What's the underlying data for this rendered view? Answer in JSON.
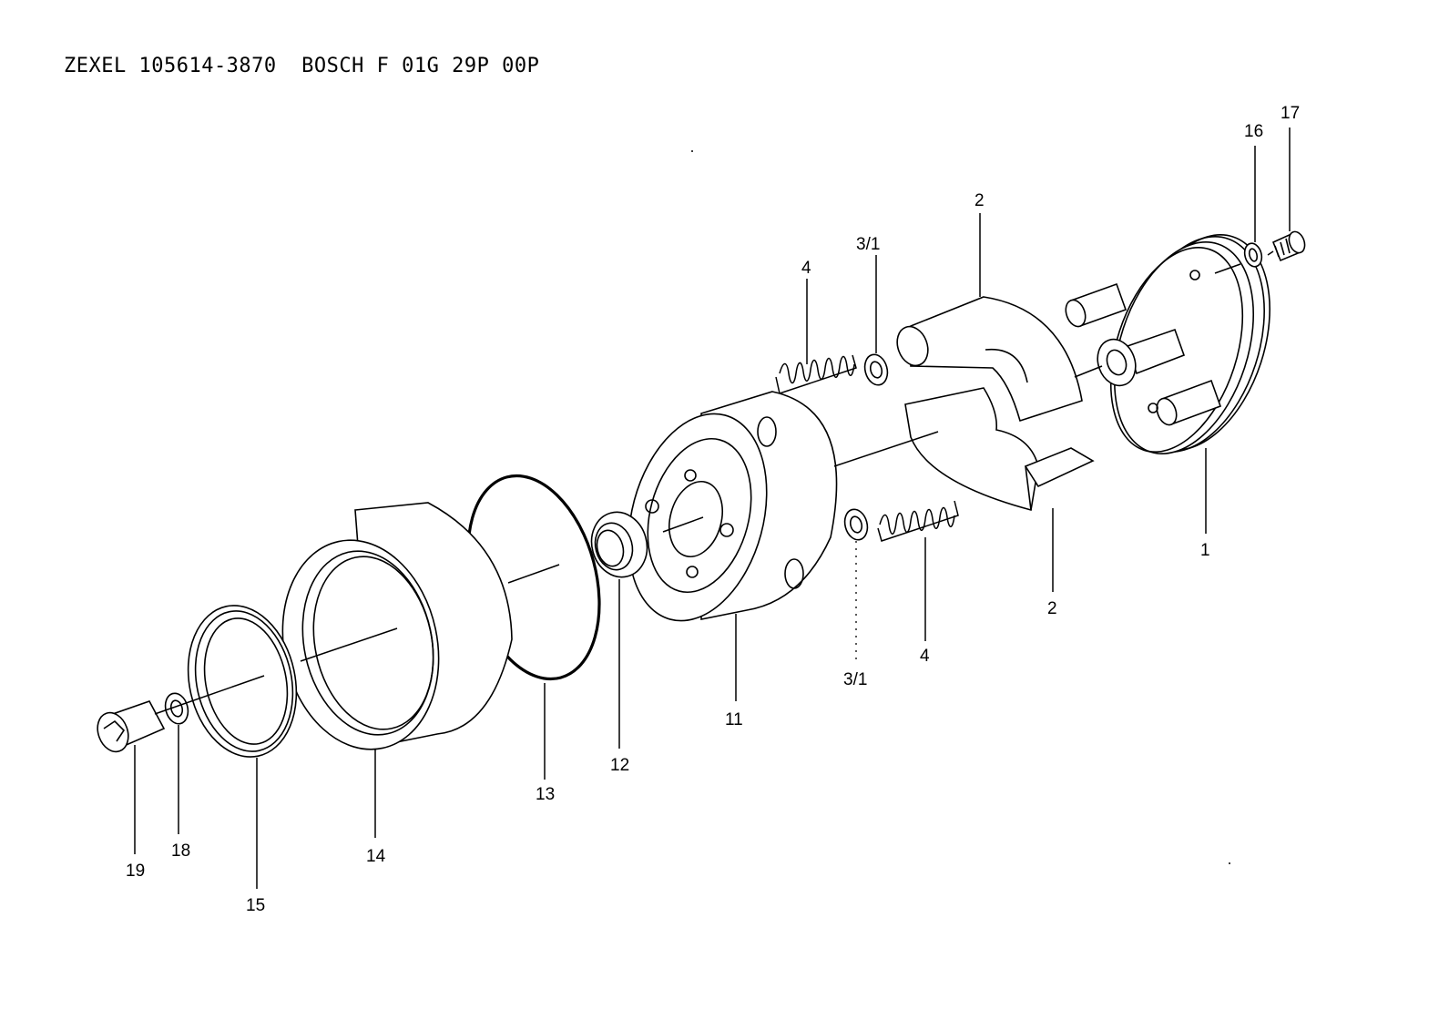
{
  "title": "ZEXEL 105614-3870  BOSCH F 01G 29P 00P",
  "callouts": {
    "c1": "1",
    "c2a": "2",
    "c2b": "2",
    "c3a": "3/1",
    "c3b": "3/1",
    "c4a": "4",
    "c4b": "4",
    "c11": "11",
    "c12": "12",
    "c13": "13",
    "c14": "14",
    "c15": "15",
    "c16": "16",
    "c17": "17",
    "c18": "18",
    "c19": "19"
  },
  "colors": {
    "line": "#000000",
    "background": "#ffffff"
  }
}
